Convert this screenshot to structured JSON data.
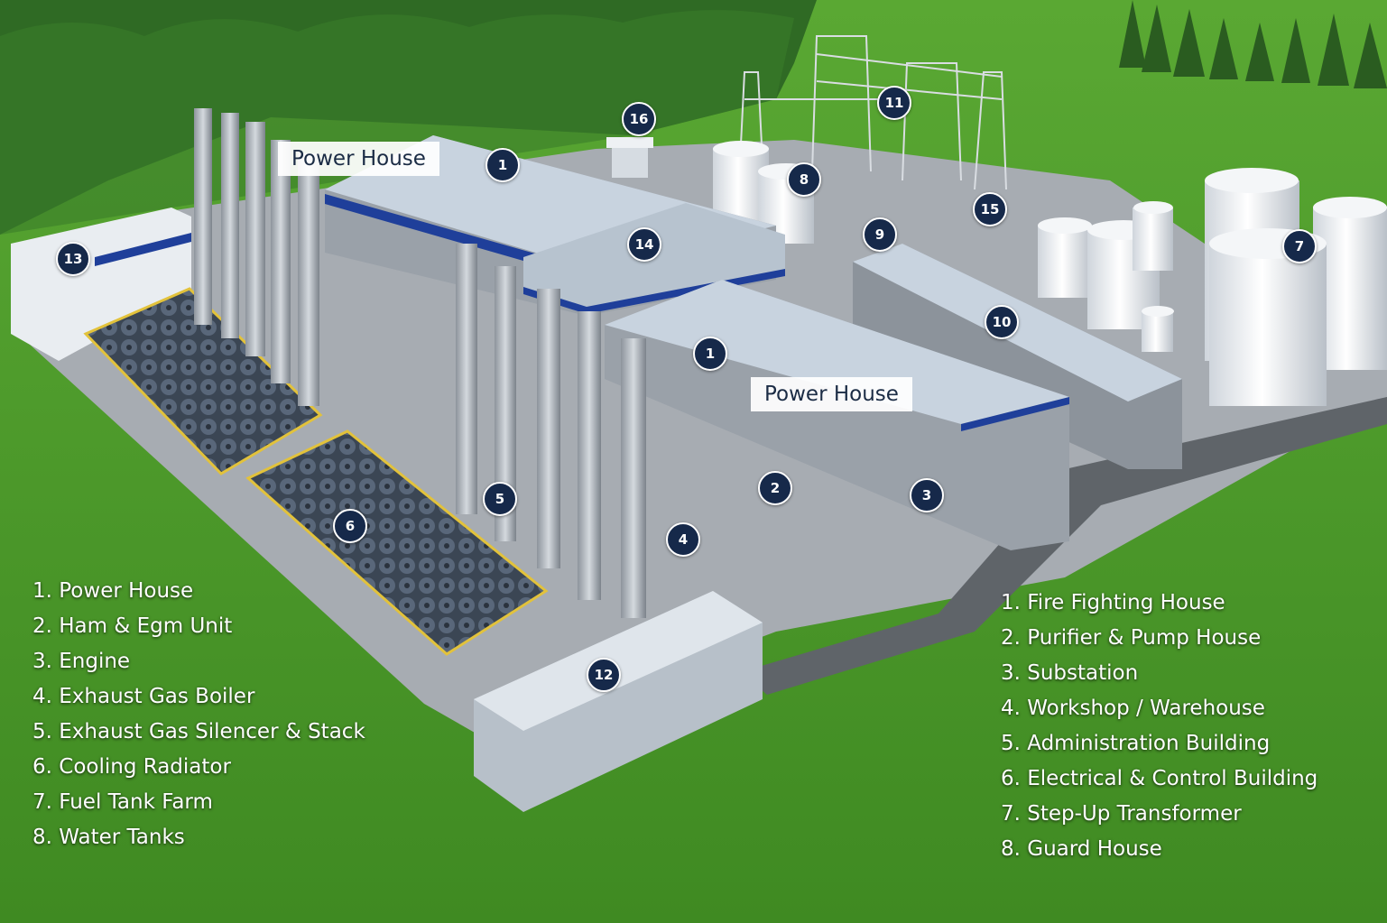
{
  "colors": {
    "grass": "#4c9a2a",
    "forest": "#2f6a24",
    "concrete": "#a7acb2",
    "roof": "#c8d3df",
    "accent_blue": "#1f3f9a",
    "marker": "#16294a",
    "tank": "#eef1f4",
    "radiator": "#3f4a58"
  },
  "callouts": {
    "top": "Power House",
    "middle": "Power House"
  },
  "markers": [
    "1",
    "1",
    "2",
    "3",
    "4",
    "5",
    "6",
    "7",
    "8",
    "9",
    "10",
    "11",
    "12",
    "13",
    "14",
    "15",
    "16"
  ],
  "legend_left": [
    "1. Power House",
    "2. Ham & Egm Unit",
    "3. Engine",
    "4. Exhaust Gas Boiler",
    "5. Exhaust Gas Silencer & Stack",
    "6. Cooling Radiator",
    "7. Fuel Tank Farm",
    "8. Water Tanks"
  ],
  "legend_right": [
    "1. Fire Fighting House",
    "2. Purifier & Pump House",
    "3. Substation",
    "4. Workshop / Warehouse",
    "5. Administration Building",
    "6. Electrical & Control Building",
    "7. Step-Up Transformer",
    "8. Guard House"
  ]
}
